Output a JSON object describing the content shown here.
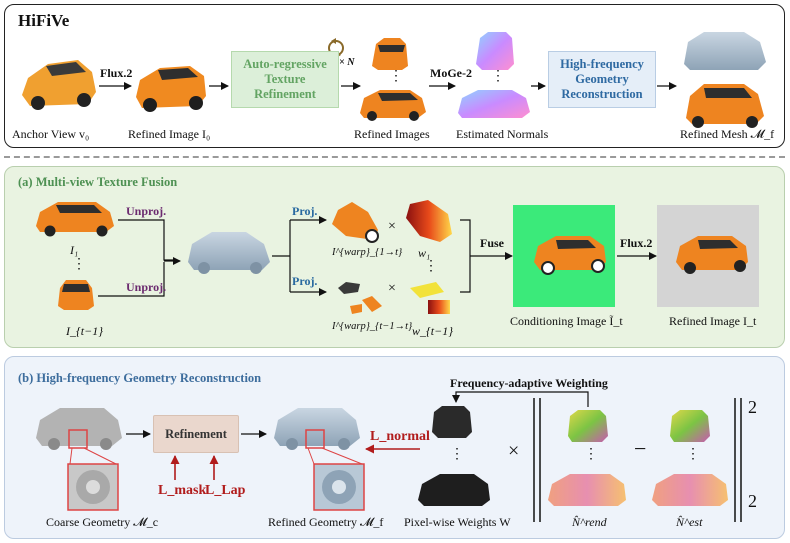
{
  "top": {
    "title": "HiFiVe",
    "flux_label": "Flux.2",
    "moge_label": "MoGe-2",
    "iter_label": "× N",
    "ar_box": "Auto-regressive\nTexture\nRefinement",
    "hf_box": "High-frequency\nGeometry\nReconstruction",
    "cap_anchor": "Anchor View v₀",
    "cap_refined_i0": "Refined Image I₀",
    "cap_refined_images": "Refined Images",
    "cap_normals": "Estimated Normals",
    "cap_mesh": "Refined Mesh 𝓜_f",
    "dots": "⋮"
  },
  "a": {
    "title": "(a) Multi-view Texture Fusion",
    "unproj1": "Unproj.",
    "unproj2": "Unproj.",
    "proj1": "Proj.",
    "proj2": "Proj.",
    "fuse": "Fuse",
    "flux": "Flux.2",
    "lbl_i1": "I₁",
    "lbl_it1": "I_{t−1}",
    "lbl_warp1": "I^{warp}_{1→t}",
    "lbl_warp2": "I^{warp}_{t−1→t}",
    "lbl_w1": "w₁",
    "lbl_wt1": "w_{t−1}",
    "times": "×",
    "dots": "⋮",
    "cap_cond": "Conditioning Image Ĩ_t",
    "cap_refined": "Refined Image I_t"
  },
  "b": {
    "title": "(b) High-frequency Geometry Reconstruction",
    "freq": "Frequency-adaptive Weighting",
    "refinement": "Refinement",
    "l_mask": "L_mask",
    "l_lap": "L_Lap",
    "l_normal": "L_normal",
    "cap_coarse": "Coarse Geometry 𝓜_c",
    "cap_refined": "Refined Geometry 𝓜_f",
    "cap_weights": "Pixel-wise Weights W",
    "n_rend": "N̂^rend",
    "n_est": "N̂^est",
    "times": "×",
    "minus": "−",
    "exp": "2",
    "sub": "2",
    "dots": "⋮"
  },
  "colors": {
    "car_orange": "#f28c28",
    "normal_green": "#7cc444",
    "normal_pink": "#e78fb0",
    "cond_bg": "#3bea7a",
    "loss_red": "#b11c1c"
  }
}
